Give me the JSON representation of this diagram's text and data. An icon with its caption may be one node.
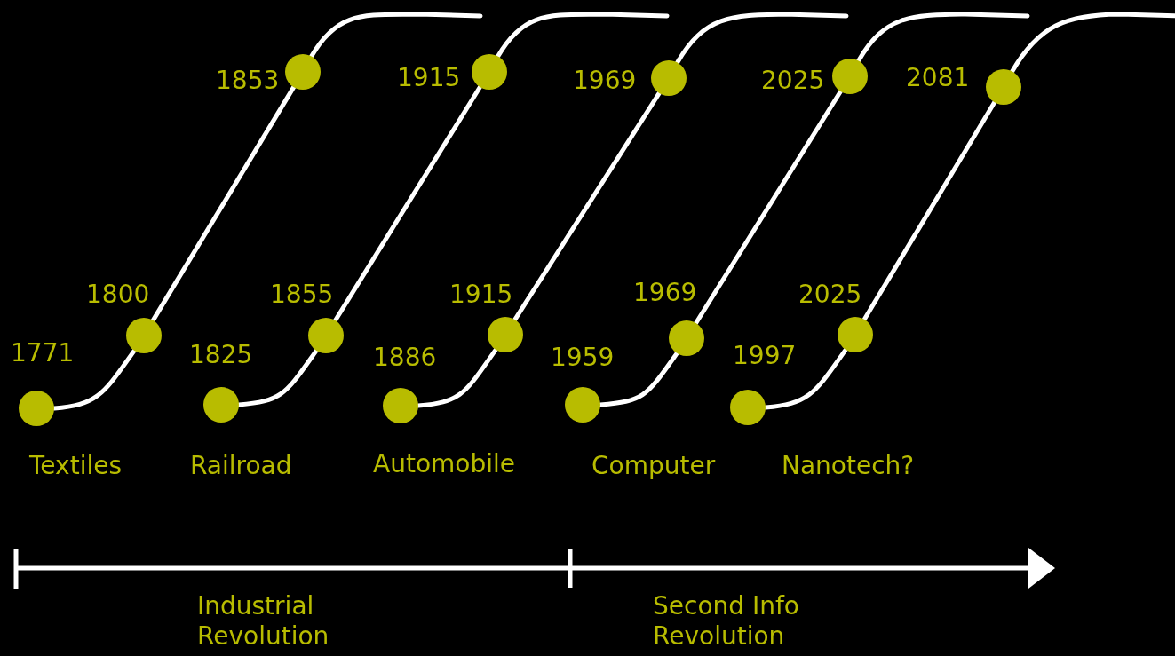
{
  "diagram": {
    "nodes": [
      {
        "text": [],
        "shape": "circle",
        "beside": [
          "1771"
        ]
      },
      {
        "text": [],
        "shape": "circle",
        "beside": [
          "1800"
        ]
      },
      {
        "text": [],
        "shape": "circle",
        "beside": [
          "1853"
        ]
      },
      {
        "text": [],
        "shape": "circle",
        "beside": [
          "1825"
        ]
      },
      {
        "text": [],
        "shape": "circle",
        "beside": [
          "1855"
        ]
      },
      {
        "text": [],
        "shape": "circle",
        "beside": [
          "1915"
        ]
      },
      {
        "text": [],
        "shape": "circle",
        "beside": [
          "1886"
        ]
      },
      {
        "text": [],
        "shape": "circle",
        "beside": [
          "1915"
        ]
      },
      {
        "text": [],
        "shape": "circle",
        "beside": [
          "1969"
        ]
      },
      {
        "text": [],
        "shape": "circle",
        "beside": [
          "1959"
        ]
      },
      {
        "text": [],
        "shape": "circle",
        "beside": [
          "1969"
        ]
      },
      {
        "text": [],
        "shape": "circle",
        "beside": [
          "2025"
        ]
      },
      {
        "text": [],
        "shape": "circle",
        "beside": [
          "1997"
        ]
      },
      {
        "text": [],
        "shape": "circle",
        "beside": [
          "2025"
        ]
      },
      {
        "text": [],
        "shape": "circle",
        "beside": [
          "2081"
        ]
      }
    ],
    "edges": [
      {
        "from": 0,
        "to": 1,
        "arrow": "none"
      },
      {
        "from": 1,
        "to": 2,
        "arrow": "none"
      },
      {
        "from": 2,
        "to": null,
        "arrow": "none"
      },
      {
        "from": 3,
        "to": 4,
        "arrow": "none"
      },
      {
        "from": 4,
        "to": 5,
        "arrow": "none"
      },
      {
        "from": 5,
        "to": null,
        "arrow": "none"
      },
      {
        "from": 6,
        "to": 7,
        "arrow": "none"
      },
      {
        "from": 7,
        "to": 8,
        "arrow": "none"
      },
      {
        "from": 8,
        "to": null,
        "arrow": "none"
      },
      {
        "from": 9,
        "to": 10,
        "arrow": "none"
      },
      {
        "from": 10,
        "to": 11,
        "arrow": "none"
      },
      {
        "from": 11,
        "to": null,
        "arrow": "none"
      },
      {
        "from": 12,
        "to": 13,
        "arrow": "none"
      },
      {
        "from": 13,
        "to": 14,
        "arrow": "none"
      },
      {
        "from": 14,
        "to": null,
        "arrow": "none"
      }
    ],
    "labels": [
      "Textiles",
      "Railroad",
      "Automobile",
      "Computer",
      "Nanotech?",
      "Industrial Revolution",
      "Second Info Revolution"
    ]
  }
}
